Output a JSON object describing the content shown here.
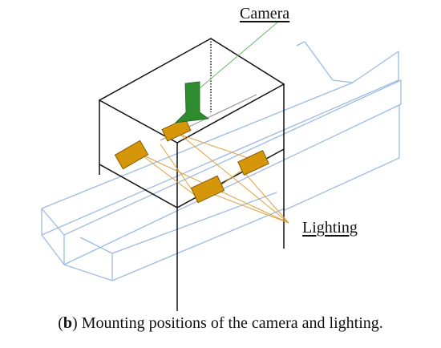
{
  "labels": {
    "camera": "Camera",
    "lighting": "Lighting"
  },
  "caption": {
    "open_paren": "(",
    "letter": "b",
    "text": ") Mounting positions of the camera and lighting."
  },
  "colors": {
    "conveyor": "#9dbbe2",
    "frame": "#111111",
    "camera": "#2e8b2e",
    "light_fill": "#d6960a",
    "light_stroke": "#8a5a00",
    "beams": "#e0a23a",
    "camera_leader": "#6ab46a"
  }
}
